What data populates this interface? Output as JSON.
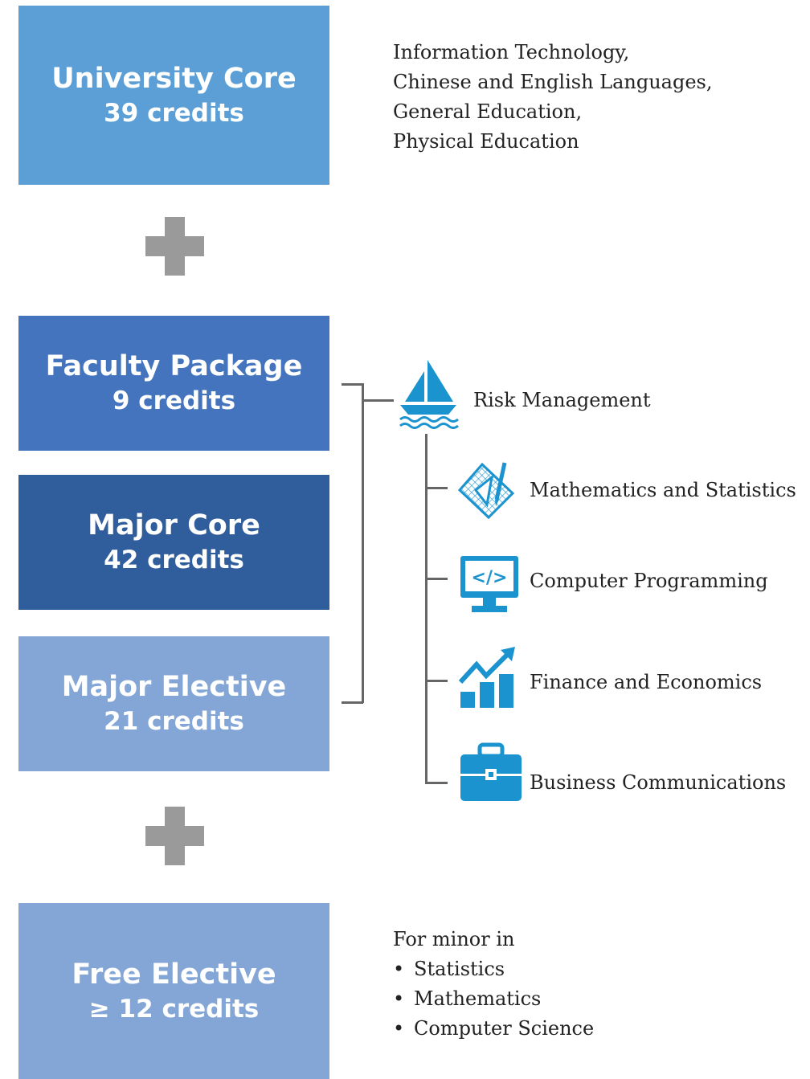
{
  "colors": {
    "university_core": "#5b9fd6",
    "faculty_package": "#4374bd",
    "major_core": "#305d9c",
    "major_elective": "#83a6d6",
    "free_elective": "#83a6d6",
    "plus": "#9a9a9a",
    "icon": "#1a93cf",
    "connector": "#666666"
  },
  "blocks": {
    "university_core": {
      "title": "University Core",
      "credits": "39 credits"
    },
    "faculty_package": {
      "title": "Faculty Package",
      "credits": "9 credits"
    },
    "major_core": {
      "title": "Major Core",
      "credits": "42 credits"
    },
    "major_elective": {
      "title": "Major Elective",
      "credits": "21 credits"
    },
    "free_elective": {
      "title": "Free Elective",
      "credits": "≥ 12 credits"
    }
  },
  "university_core_notes": [
    "Information Technology,",
    "Chinese and English Languages,",
    "General Education,",
    "Physical Education"
  ],
  "tree": {
    "root": {
      "label": "Risk Management",
      "icon": "sailboat-icon"
    },
    "children": [
      {
        "label": "Mathematics and Statistics",
        "icon": "drafting-grid-icon"
      },
      {
        "label": "Computer Programming",
        "icon": "code-monitor-icon"
      },
      {
        "label": "Finance and Economics",
        "icon": "growth-chart-icon"
      },
      {
        "label": "Business Communications",
        "icon": "briefcase-icon"
      }
    ]
  },
  "free_elective_notes": {
    "heading": "For minor in",
    "bullet": "•",
    "items": [
      "Statistics",
      "Mathematics",
      "Computer Science"
    ]
  }
}
